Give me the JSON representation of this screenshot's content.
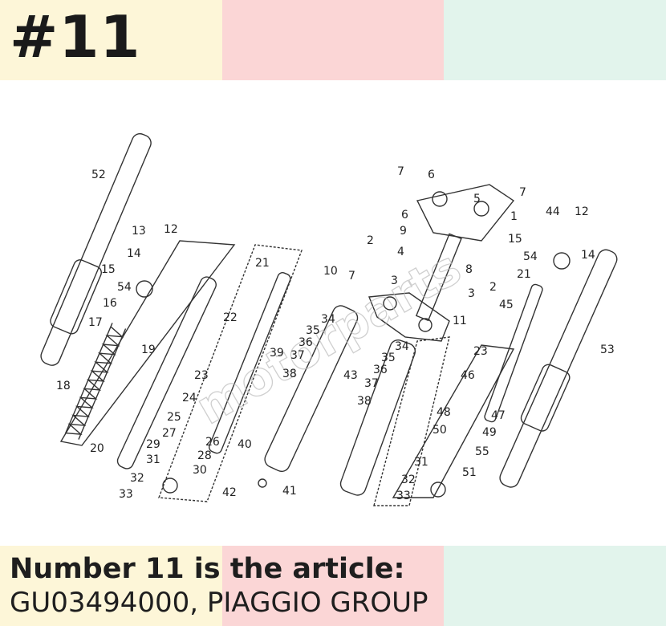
{
  "header": {
    "title": "#11",
    "colors": [
      "#fdf6d8",
      "#fbd6d6",
      "#e2f4ec"
    ]
  },
  "diagram": {
    "watermark": "motorparts",
    "labels": [
      "52",
      "13",
      "12",
      "14",
      "15",
      "54",
      "16",
      "17",
      "19",
      "18",
      "20",
      "21",
      "22",
      "23",
      "24",
      "25",
      "27",
      "26",
      "29",
      "28",
      "31",
      "30",
      "32",
      "33",
      "39",
      "40",
      "42",
      "41",
      "10",
      "7",
      "3",
      "2",
      "4",
      "9",
      "6",
      "5",
      "1",
      "8",
      "34",
      "35",
      "36",
      "37",
      "38",
      "43",
      "11",
      "44",
      "53",
      "45",
      "46",
      "47",
      "48",
      "49",
      "50",
      "55",
      "51"
    ]
  },
  "caption": {
    "line1": "Number 11 is the article:",
    "line2": "GU03494000, PIAGGIO GROUP"
  }
}
